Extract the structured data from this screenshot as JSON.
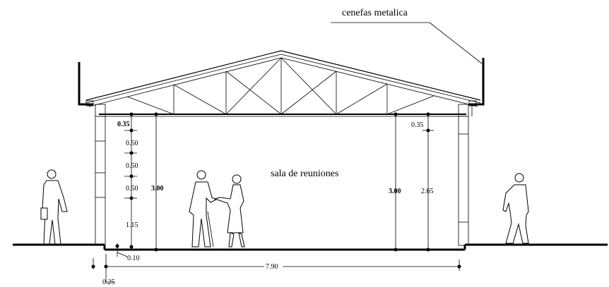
{
  "labels": {
    "cenefas": "cenefas metalica",
    "room": "sala de reuniones"
  },
  "dimensions": {
    "d035_left": "0.35",
    "d050_a": "0.50",
    "d050_b": "0.50",
    "d050_c": "0.50",
    "d115": "1.15",
    "d300_left": "3.00",
    "d300_right": "3.00",
    "d035_right": "0.35",
    "d265": "2.65",
    "d010": "0.10",
    "d790": "7.90",
    "d025": "0.25"
  }
}
